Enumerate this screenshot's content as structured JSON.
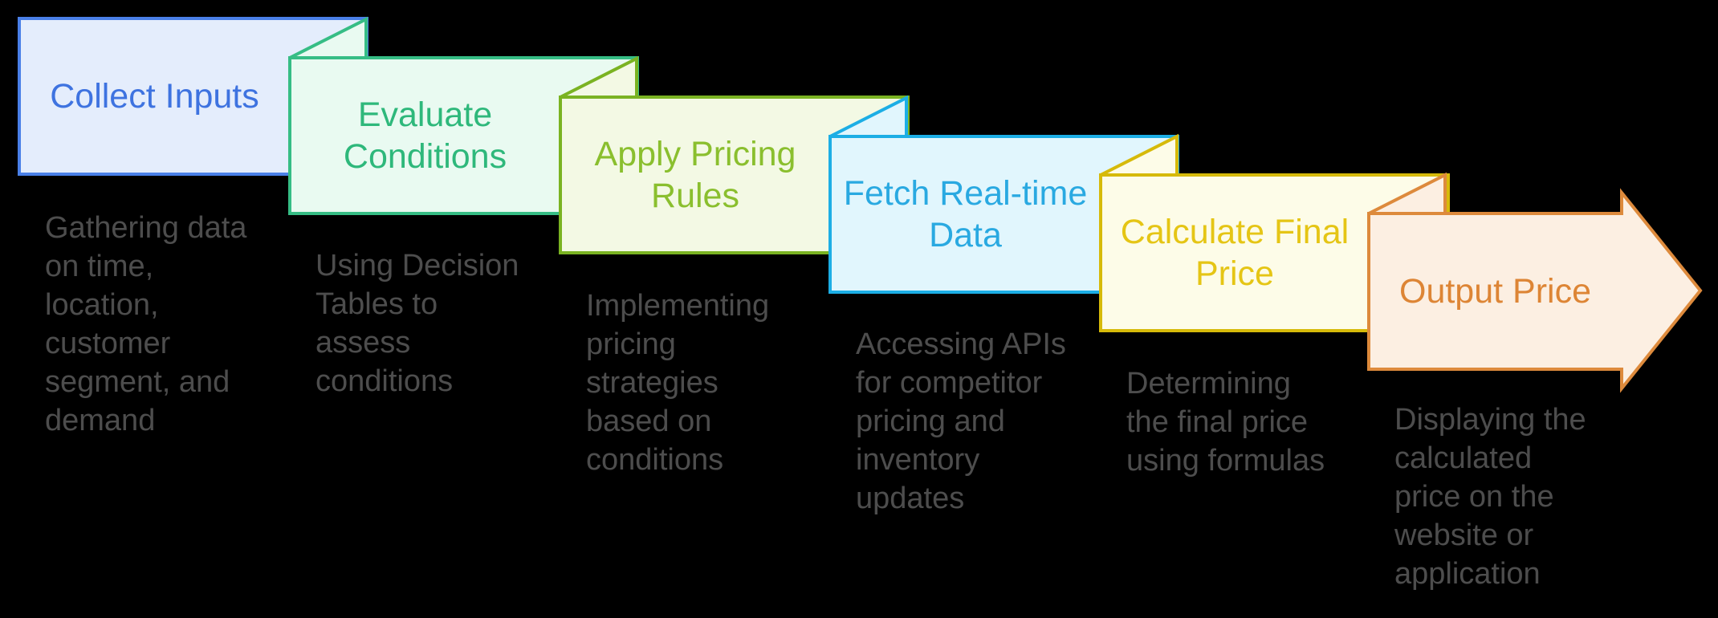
{
  "canvas": {
    "background": "#000000",
    "description_text_color": "#4d4d4d"
  },
  "steps": [
    {
      "title": "Collect Inputs",
      "description": "Gathering data\non time,\nlocation,\ncustomer\nsegment, and\ndemand",
      "colors": {
        "border": "#4a80e8",
        "fill": "#e4edfc",
        "title": "#3e73e0"
      },
      "shape": "card"
    },
    {
      "title": "Evaluate\nConditions",
      "description": "Using Decision\nTables to\nassess\nconditions",
      "colors": {
        "border": "#36bd85",
        "fill": "#e9faf1",
        "title": "#2eb87b"
      },
      "shape": "folded-card"
    },
    {
      "title": "Apply Pricing\nRules",
      "description": "Implementing\npricing\nstrategies\nbased on\nconditions",
      "colors": {
        "border": "#7ab322",
        "fill": "#f3f9e4",
        "title": "#8abf2e"
      },
      "shape": "folded-card"
    },
    {
      "title": "Fetch Real-time\nData",
      "description": "Accessing APIs\nfor competitor\npricing and\ninventory\nupdates",
      "colors": {
        "border": "#1caee5",
        "fill": "#e1f6fd",
        "title": "#29a9e1"
      },
      "shape": "folded-card"
    },
    {
      "title": "Calculate Final\nPrice",
      "description": "Determining\nthe final price\nusing formulas",
      "colors": {
        "border": "#d6ba0a",
        "fill": "#fdfce8",
        "title": "#e5c515"
      },
      "shape": "folded-card"
    },
    {
      "title": "Output Price",
      "description": "Displaying the\ncalculated\nprice on the\nwebsite or\napplication",
      "colors": {
        "border": "#dd8a3c",
        "fill": "#fcefe2",
        "title": "#dd8535"
      },
      "shape": "folded-arrow"
    }
  ]
}
